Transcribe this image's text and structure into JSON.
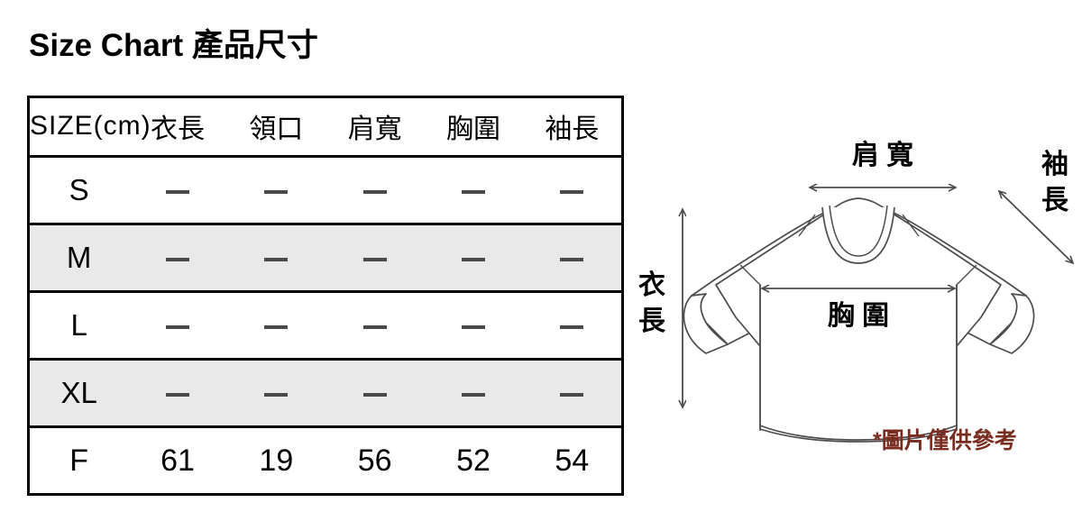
{
  "page": {
    "title": "Size Chart 產品尺寸",
    "background": "#ffffff"
  },
  "table": {
    "columns": [
      "SIZE(cm)",
      "衣長",
      "領口",
      "肩寬",
      "胸圍",
      "袖長"
    ],
    "empty_value": "–",
    "shaded_color": "#e9e9e9",
    "border_color": "#000000",
    "rows": [
      {
        "size": "S",
        "shaded": false,
        "values": [
          "–",
          "–",
          "–",
          "–",
          "–"
        ]
      },
      {
        "size": "M",
        "shaded": true,
        "values": [
          "–",
          "–",
          "–",
          "–",
          "–"
        ]
      },
      {
        "size": "L",
        "shaded": false,
        "values": [
          "–",
          "–",
          "–",
          "–",
          "–"
        ]
      },
      {
        "size": "XL",
        "shaded": true,
        "values": [
          "–",
          "–",
          "–",
          "–",
          "–"
        ]
      },
      {
        "size": "F",
        "shaded": false,
        "values": [
          "61",
          "19",
          "56",
          "52",
          "54"
        ]
      }
    ]
  },
  "diagram": {
    "garment": "long-sleeve-sweatshirt",
    "labels": {
      "shoulder_width": "肩 寬",
      "chest_width": "胸 圍",
      "body_length_chars": [
        "衣",
        "長"
      ],
      "sleeve_length_chars": [
        "袖",
        "長"
      ]
    },
    "footnote": "*圖片僅供參考",
    "footnote_color": "#7a2e22",
    "line_color": "#4c4c4c"
  }
}
